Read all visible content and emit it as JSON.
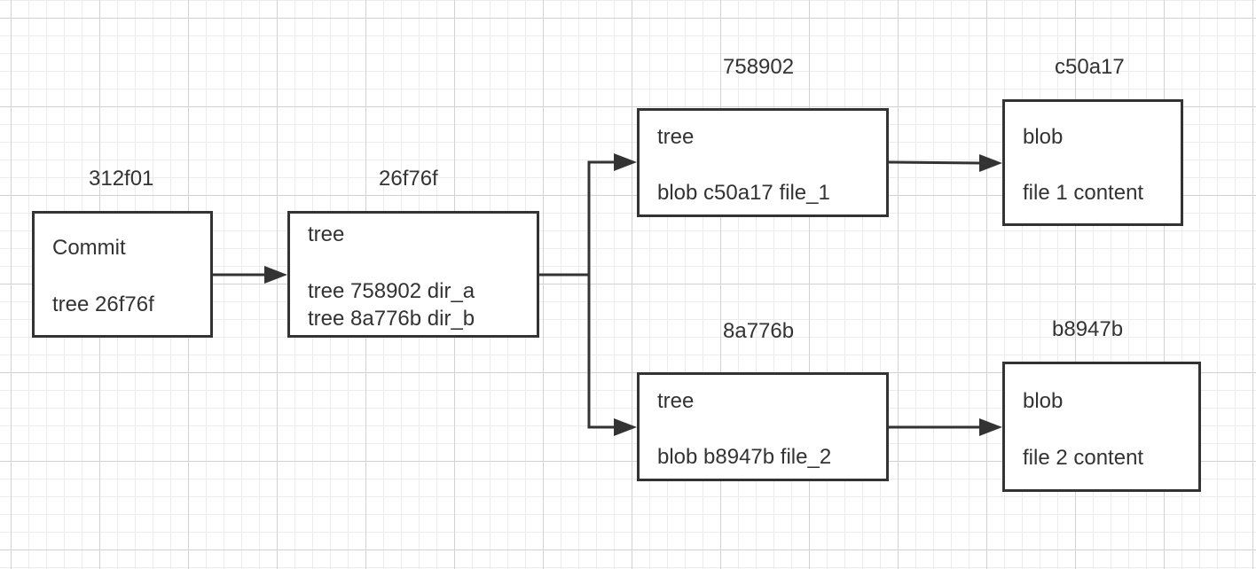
{
  "nodes": {
    "commit": {
      "hash": "312f01",
      "type": "Commit",
      "lines": [
        "tree 26f76f"
      ]
    },
    "root_tree": {
      "hash": "26f76f",
      "type": "tree",
      "lines": [
        "tree 758902 dir_a",
        "tree 8a776b dir_b"
      ]
    },
    "tree_a": {
      "hash": "758902",
      "type": "tree",
      "lines": [
        "blob c50a17 file_1"
      ]
    },
    "tree_b": {
      "hash": "8a776b",
      "type": "tree",
      "lines": [
        "blob b8947b file_2"
      ]
    },
    "blob_1": {
      "hash": "c50a17",
      "type": "blob",
      "lines": [
        "file 1 content"
      ]
    },
    "blob_2": {
      "hash": "b8947b",
      "type": "blob",
      "lines": [
        "file 2 content"
      ]
    }
  },
  "colors": {
    "stroke": "#333333",
    "text": "#333333",
    "background": "#ffffff",
    "grid": "#d2d2d2"
  }
}
